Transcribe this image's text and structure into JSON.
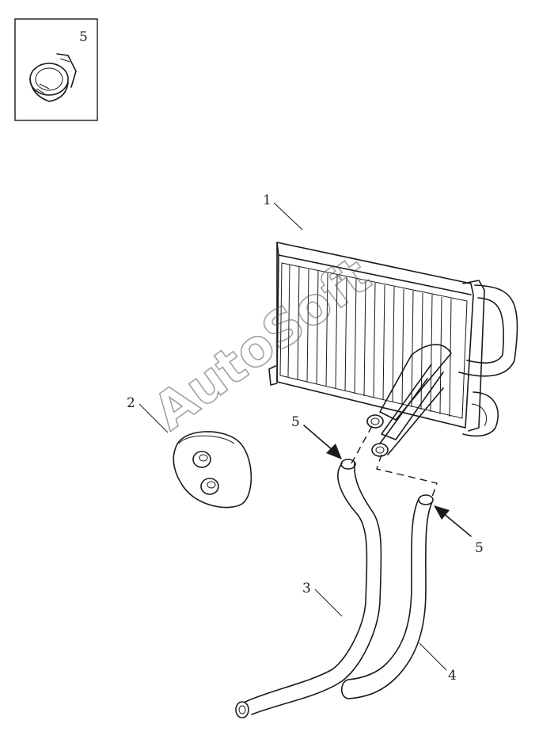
{
  "inset": {
    "label": "5"
  },
  "callouts": {
    "heater_core": "1",
    "grommet": "2",
    "hose_inlet": "3",
    "hose_outlet": "4",
    "clamp_upper": "5",
    "clamp_lower": "5"
  },
  "watermark": "AutoSoft",
  "colors": {
    "line": "#1a1a1a",
    "background": "#ffffff"
  }
}
